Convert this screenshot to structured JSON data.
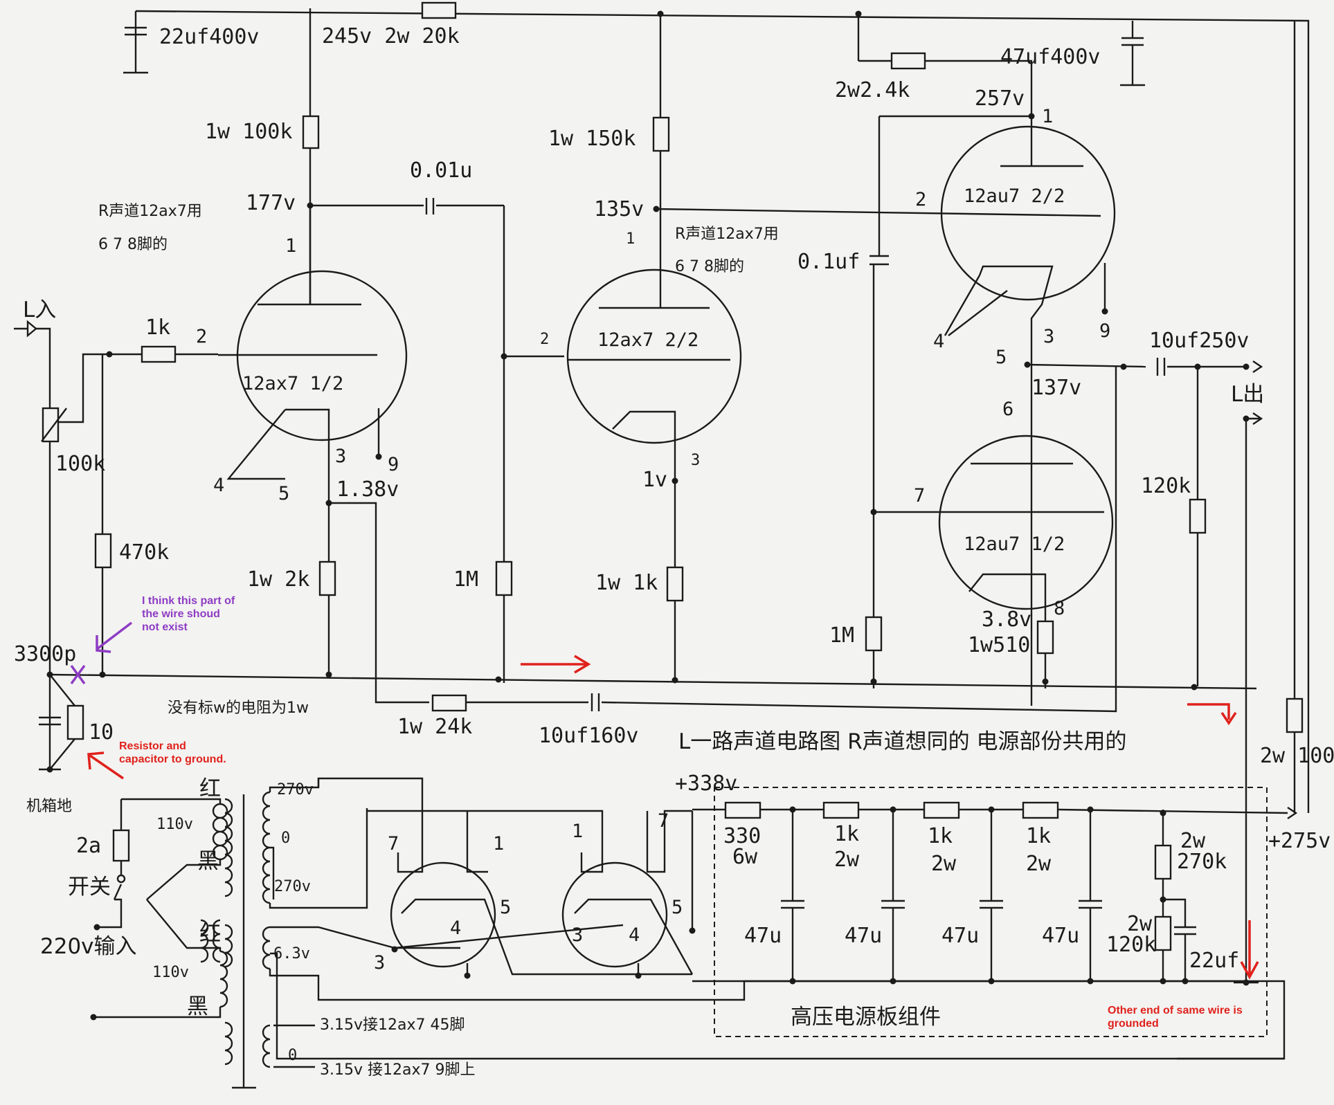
{
  "labels": {
    "c_22uf400v": "22uf400v",
    "r_245v": "245v 2w 20k",
    "r_100k": "1w 100k",
    "v_177": "177v",
    "c_001u": "0.01u",
    "rch_note_a1": "R声道12ax7用",
    "rch_note_a2": "6 7 8脚的",
    "r_150k": "1w 150k",
    "v_135": "135v",
    "rch_note_b1": "R声道12ax7用",
    "rch_note_b2": "6 7 8脚的",
    "r_2w24k": "2w2.4k",
    "c_47uf400v": "47uf400v",
    "v_257": "257v",
    "c_01uf": "0.1uf",
    "in_L": "L入",
    "r_1k_grid": "1k",
    "pot_100k": "100k",
    "r_470k": "470k",
    "c_3300p": "3300p",
    "r_10": "10",
    "gnd_chassis": "机箱地",
    "tube1": "12ax7 1/2",
    "tube2": "12ax7 2/2",
    "tube3": "12au7 2/2",
    "tube4": "12au7 1/2",
    "v_138": "1.38v",
    "r_2k": "1w 2k",
    "r_1M_a": "1M",
    "v_1": "1v",
    "r_1k_cath": "1w 1k",
    "c_10uf250v": "10uf250v",
    "out_L": "L出",
    "v_137": "137v",
    "r_120k": "120k",
    "r_1M_b": "1M",
    "v_38": "3.8v",
    "r_510": "1w510",
    "note_unmarked": "没有标w的电阻为1w",
    "r_24k": "1w 24k",
    "c_10uf160v": "10uf160v",
    "title_note": "L一路声道电路图 R声道想同的 电源部份共用的",
    "r_2w100": "2w 100",
    "v_338": "+338v",
    "v_275": "+275v",
    "ps_r330": "330",
    "ps_6w": "6w",
    "ps_1k": "1k",
    "ps_2w": "2w",
    "ps_47u": "47u",
    "ps_2w270k_a": "2w",
    "ps_2w270k_b": "270k",
    "ps_2w120k_a": "2w",
    "ps_2w120k_b": "120k",
    "ps_22uf": "22uf",
    "ps_board": "高压电源板组件",
    "tr_270v_top": "270v",
    "tr_0": "0",
    "tr_270v_bot": "270v",
    "tr_63v": "6.3v",
    "tr_315_top": "3.15v接12ax7 45脚",
    "tr_0b": "0",
    "tr_315_bot": "3.15v 接12ax7 9脚上",
    "pri_red1": "红",
    "pri_110v_1": "110v",
    "pri_black1": "黑",
    "pri_red2": "红",
    "pri_110v_2": "110v",
    "pri_black2": "黑",
    "fuse_2a": "2a",
    "switch": "开关",
    "mains_in": "220v输入",
    "pins": [
      "1",
      "2",
      "3",
      "4",
      "5",
      "9",
      "1",
      "2",
      "3",
      "1",
      "2",
      "3",
      "4",
      "5",
      "9",
      "6",
      "7",
      "8",
      "7",
      "1",
      "5",
      "4",
      "3",
      "1",
      "7",
      "5",
      "4",
      "3"
    ],
    "note_purple": [
      "I think this part of",
      "the wire shoud",
      "not exist"
    ],
    "note_red_a": [
      "Resistor and",
      "capacitor to ground."
    ],
    "note_red_b": [
      "Other end of same wire is",
      "grounded"
    ]
  }
}
